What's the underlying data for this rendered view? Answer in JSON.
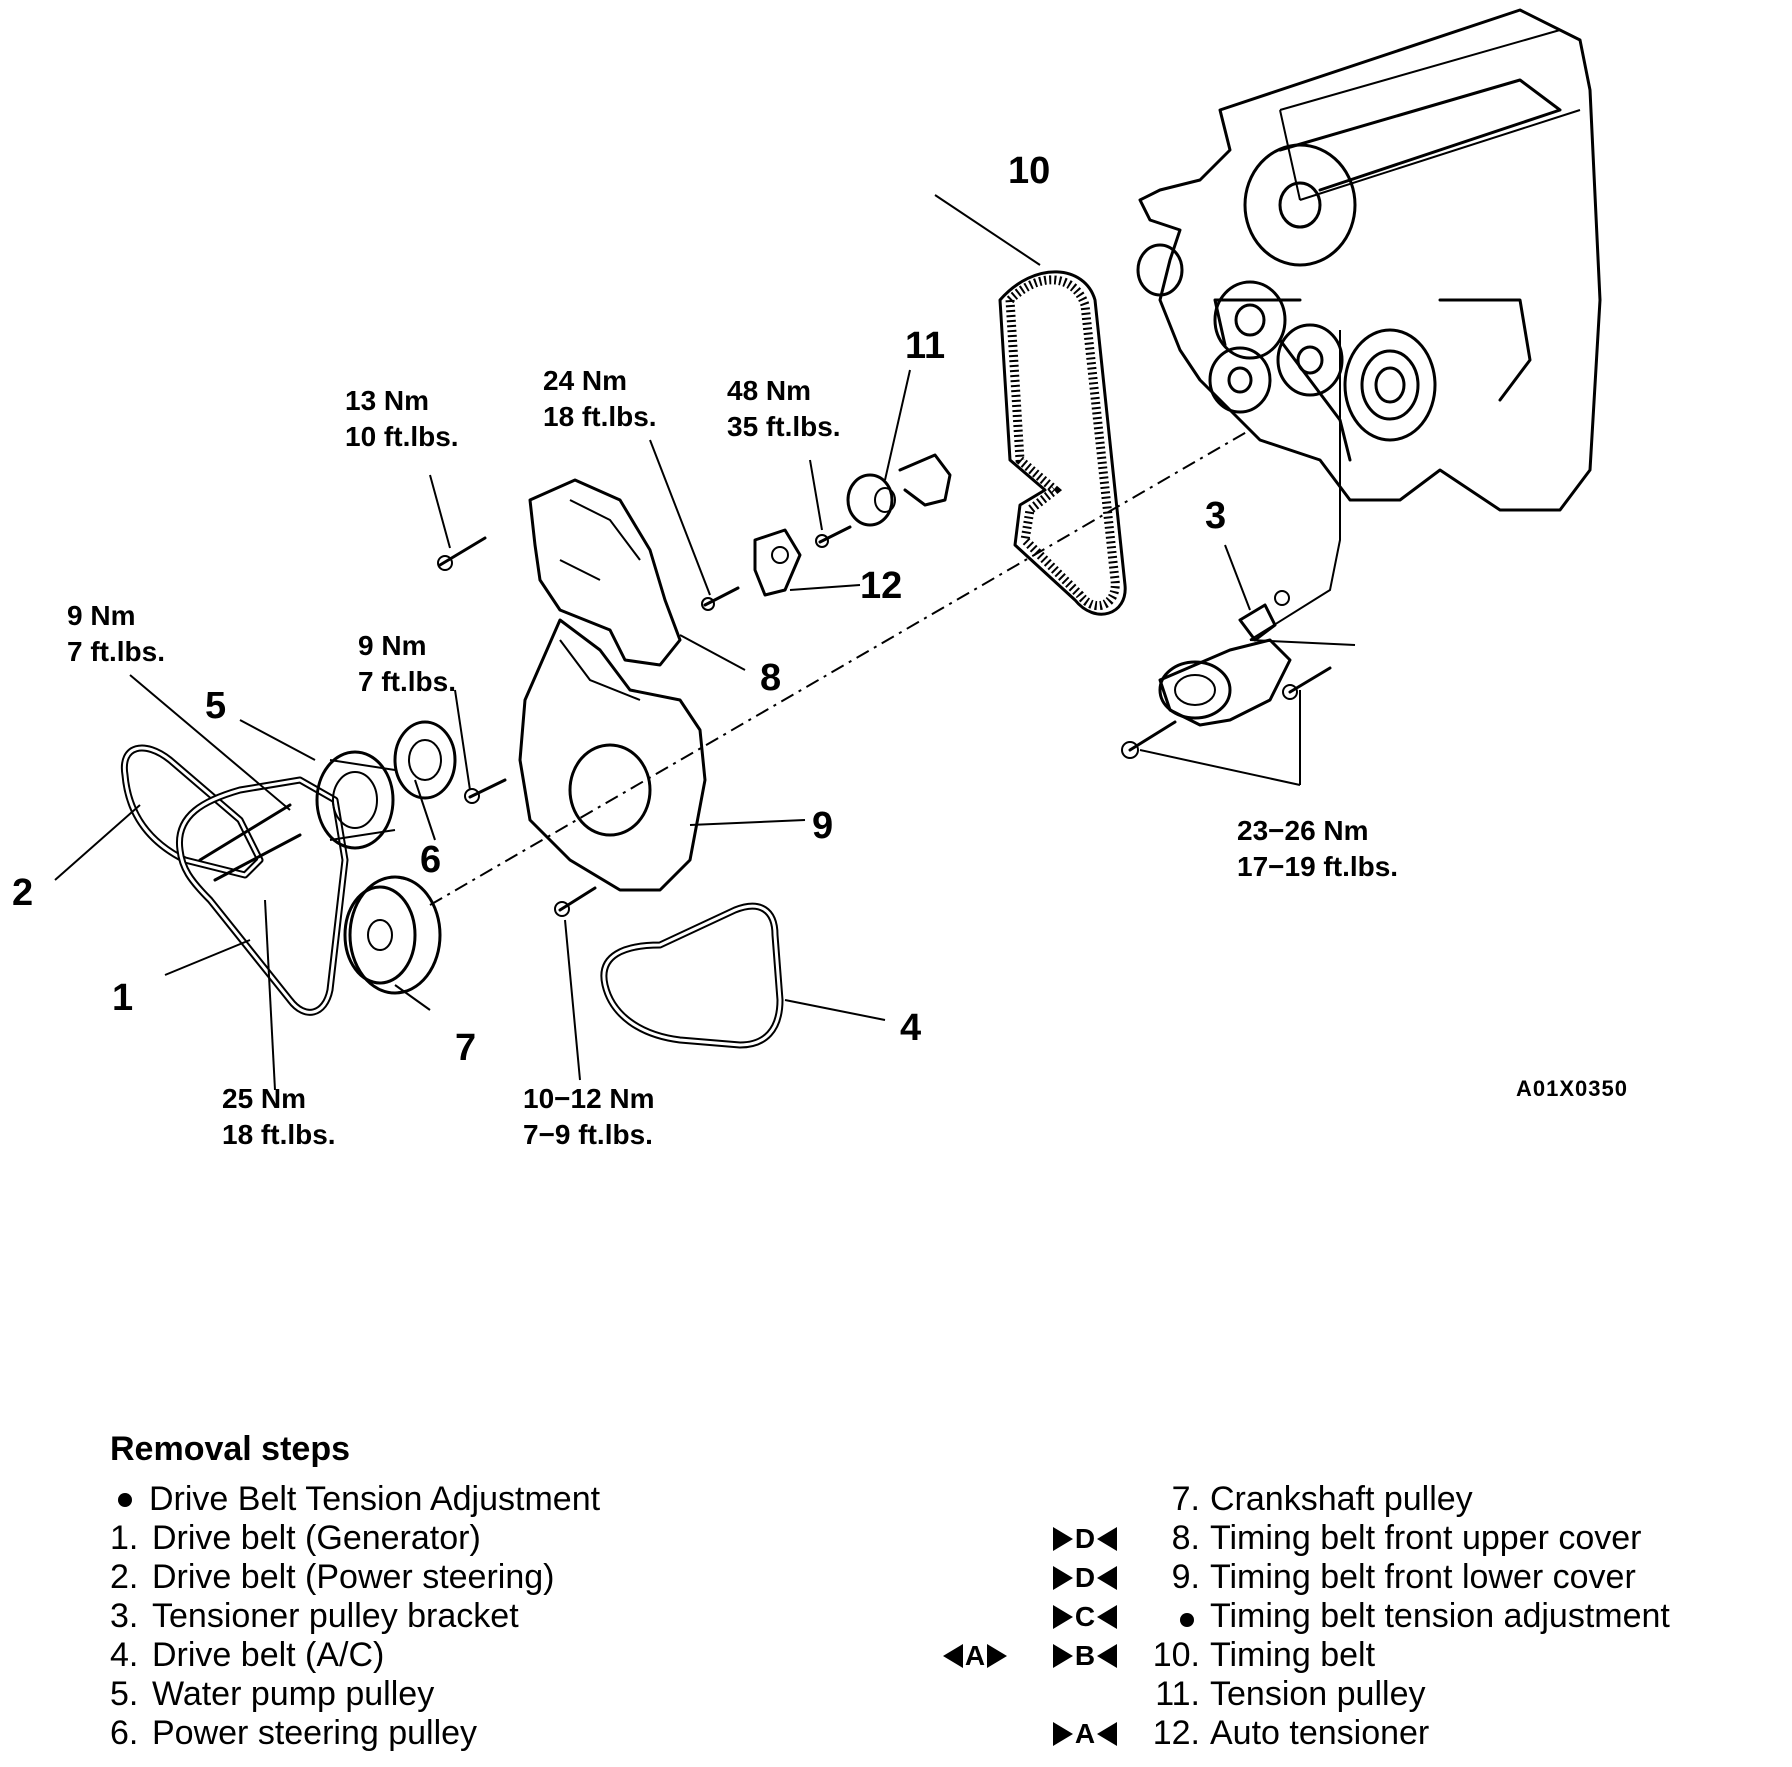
{
  "callouts": {
    "c1": "1",
    "c2": "2",
    "c3": "3",
    "c4": "4",
    "c5": "5",
    "c6": "6",
    "c7": "7",
    "c8": "8",
    "c9": "9",
    "c10": "10",
    "c11": "11",
    "c12": "12"
  },
  "torque": {
    "t13_nm": "13 Nm",
    "t13_ft": "10 ft.lbs.",
    "t24_nm": "24 Nm",
    "t24_ft": "18 ft.lbs.",
    "t48_nm": "48 Nm",
    "t48_ft": "35 ft.lbs.",
    "t9a_nm": "9 Nm",
    "t9a_ft": "7 ft.lbs.",
    "t9b_nm": "9 Nm",
    "t9b_ft": "7 ft.lbs.",
    "t25_nm": "25 Nm",
    "t25_ft": "18 ft.lbs.",
    "t10_nm": "10−12 Nm",
    "t10_ft": "7−9 ft.lbs.",
    "t23_nm": "23−26 Nm",
    "t23_ft": "17−19 ft.lbs."
  },
  "figure_code": "A01X0350",
  "legend": {
    "title": "Removal steps",
    "left": [
      {
        "num": "",
        "text": "Drive Belt Tension Adjustment",
        "bullet": true
      },
      {
        "num": "1.",
        "text": "Drive belt (Generator)"
      },
      {
        "num": "2.",
        "text": "Drive belt (Power steering)"
      },
      {
        "num": "3.",
        "text": "Tensioner pulley bracket"
      },
      {
        "num": "4.",
        "text": "Drive belt (A/C)"
      },
      {
        "num": "5.",
        "text": "Water pump pulley"
      },
      {
        "num": "6.",
        "text": "Power steering pulley"
      }
    ],
    "right": [
      {
        "install_mark": "",
        "removal_mark": "",
        "num": "7.",
        "text": "Crankshaft pulley"
      },
      {
        "install_mark": "D",
        "removal_mark": "",
        "num": "8.",
        "text": "Timing belt front upper cover"
      },
      {
        "install_mark": "D",
        "removal_mark": "",
        "num": "9.",
        "text": "Timing belt front lower cover"
      },
      {
        "install_mark": "C",
        "removal_mark": "",
        "num": "",
        "text": "Timing belt tension adjustment",
        "bullet": true
      },
      {
        "install_mark": "B",
        "removal_mark": "A",
        "num": "10.",
        "text": "Timing belt"
      },
      {
        "install_mark": "",
        "removal_mark": "",
        "num": "11.",
        "text": "Tension pulley"
      },
      {
        "install_mark": "A",
        "removal_mark": "",
        "num": "12.",
        "text": "Auto tensioner"
      }
    ]
  }
}
